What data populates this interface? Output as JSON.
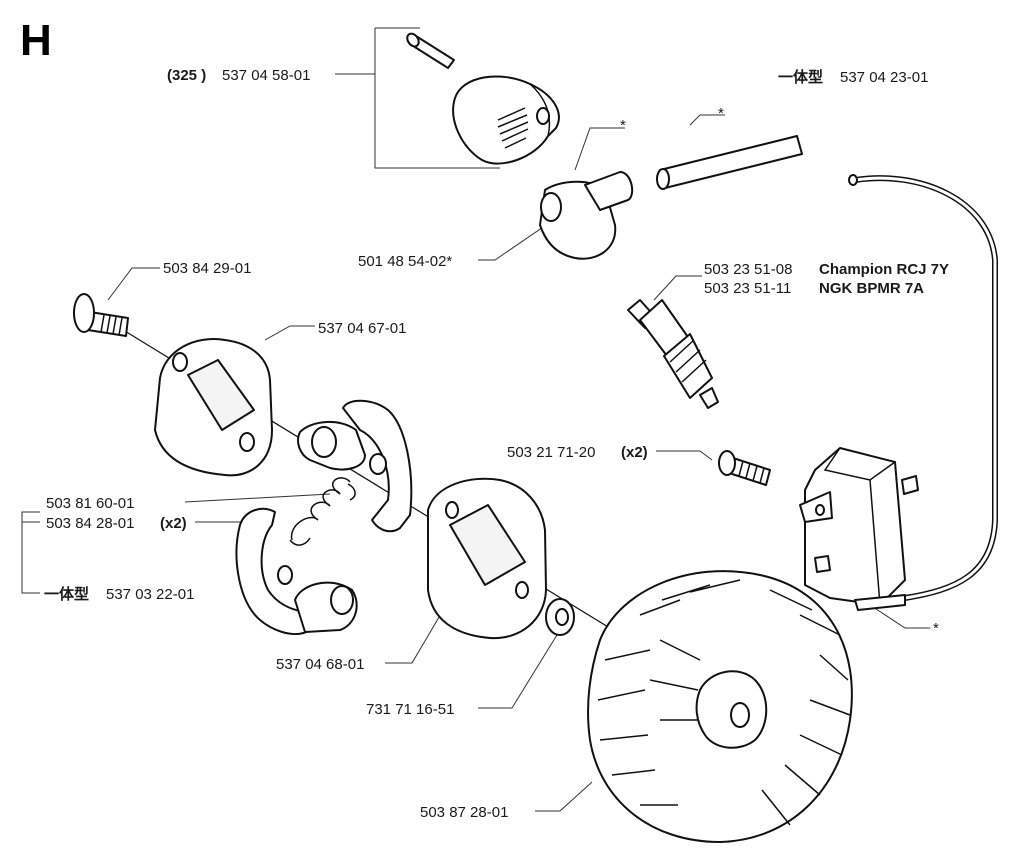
{
  "section_letter": "H",
  "labels": {
    "cover": {
      "qualifier": "(325 )",
      "number": "537 04 58-01"
    },
    "kit_top": {
      "prefix": "一体型",
      "number": "537 04 23-01"
    },
    "boot": "501 48 54-02*",
    "asterisk_boot": "*",
    "asterisk_tube": "*",
    "asterisk_module": "*",
    "screw_top": "503 84 29-01",
    "plate": "537 04 67-01",
    "plug_1": {
      "number": "503 23 51-08",
      "name": "Champion RCJ 7Y"
    },
    "plug_2": {
      "number": "503 23 51-11",
      "name": "NGK BPMR 7A"
    },
    "screw_module": {
      "number": "503 21 71-20",
      "qty": "(x2)"
    },
    "spring": "503 81 60-01",
    "pawl": {
      "number": "503 84 28-01",
      "qty": "(x2)"
    },
    "kit_bottom": {
      "prefix": "一体型",
      "number": "537 03 22-01"
    },
    "carrier_plate": "537 04 68-01",
    "washer": "731 71 16-51",
    "flywheel": "503 87 28-01"
  }
}
